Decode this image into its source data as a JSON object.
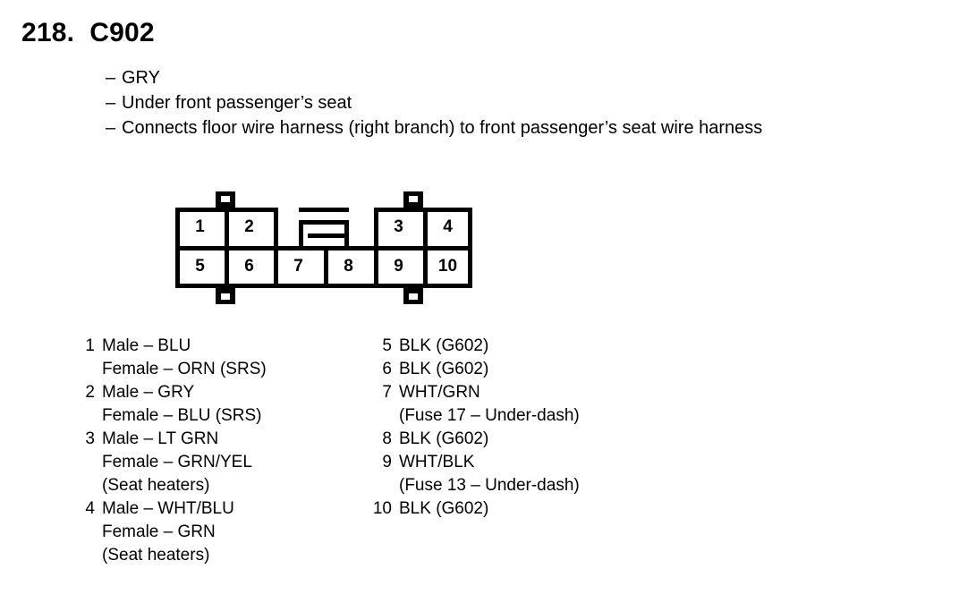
{
  "header": {
    "item_number": "218.",
    "connector_id": "C902",
    "title": "218.  C902",
    "bullets": [
      {
        "dash": "–",
        "text": "GRY"
      },
      {
        "dash": "–",
        "text": "Under front passenger’s seat"
      },
      {
        "dash": "–",
        "text": "Connects floor wire harness (right branch) to front passenger’s seat wire harness"
      }
    ]
  },
  "connector": {
    "cavity_count": 10,
    "top_row": [
      "1",
      "2",
      "3",
      "4"
    ],
    "bottom_row": [
      "5",
      "6",
      "7",
      "8",
      "9",
      "10"
    ],
    "keyway_label": "polarizing-slot",
    "tab_count": 4
  },
  "pins_left": [
    {
      "number": "1",
      "lines": [
        "Male – BLU",
        "Female – ORN (SRS)"
      ]
    },
    {
      "number": "2",
      "lines": [
        "Male – GRY",
        "Female – BLU (SRS)"
      ]
    },
    {
      "number": "3",
      "lines": [
        "Male – LT GRN",
        "Female – GRN/YEL",
        "(Seat heaters)"
      ]
    },
    {
      "number": "4",
      "lines": [
        "Male – WHT/BLU",
        "Female – GRN",
        "(Seat heaters)"
      ]
    }
  ],
  "pins_right": [
    {
      "number": "5",
      "lines": [
        "BLK (G602)"
      ]
    },
    {
      "number": "6",
      "lines": [
        "BLK (G602)"
      ]
    },
    {
      "number": "7",
      "lines": [
        "WHT/GRN",
        "(Fuse 17 – Under-dash)"
      ]
    },
    {
      "number": "8",
      "lines": [
        "BLK (G602)"
      ]
    },
    {
      "number": "9",
      "lines": [
        "WHT/BLK",
        "(Fuse 13 – Under-dash)"
      ]
    },
    {
      "number": "10",
      "lines": [
        "BLK (G602)"
      ]
    }
  ],
  "colors": {
    "ink": "#000000",
    "background": "#ffffff"
  }
}
